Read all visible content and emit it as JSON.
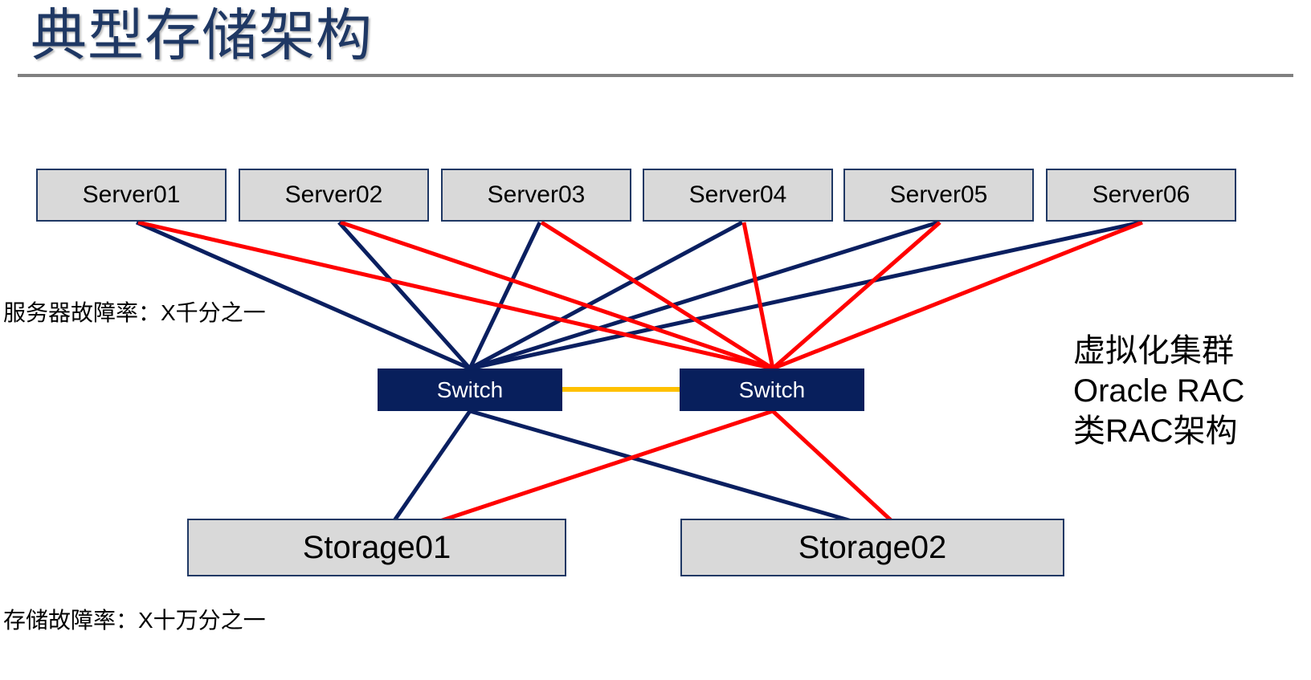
{
  "slide": {
    "title": "典型存储架构",
    "rule_color": "#808080"
  },
  "colors": {
    "server_fill": "#D9D9D9",
    "server_border": "#1F3864",
    "switch_fill": "#081F5C",
    "switch_text": "#FFFFFF",
    "link_primary": "#0A1F60",
    "link_secondary": "#FF0000",
    "switch_interlink": "#FFC000",
    "title_color": "#1F3864"
  },
  "servers": [
    {
      "label": "Server01"
    },
    {
      "label": "Server02"
    },
    {
      "label": "Server03"
    },
    {
      "label": "Server04"
    },
    {
      "label": "Server05"
    },
    {
      "label": "Server06"
    }
  ],
  "switches": [
    {
      "label": "Switch"
    },
    {
      "label": "Switch"
    }
  ],
  "storages": [
    {
      "label": "Storage01"
    },
    {
      "label": "Storage02"
    }
  ],
  "annotations": {
    "server_failure_rate": "服务器故障率：X千分之一",
    "storage_failure_rate": "存储故障率：X十万分之一"
  },
  "cluster_note": {
    "line1": "虚拟化集群",
    "line2": "Oracle RAC",
    "line3": "类RAC架构"
  },
  "topology": {
    "description": "Six servers each dual-homed to two switches; each switch dual-homed to two storage arrays; switches cross-linked.",
    "server_to_switch_links": [
      {
        "from": "Server01",
        "to": "Switch1",
        "color": "link_primary"
      },
      {
        "from": "Server01",
        "to": "Switch2",
        "color": "link_secondary"
      },
      {
        "from": "Server02",
        "to": "Switch1",
        "color": "link_primary"
      },
      {
        "from": "Server02",
        "to": "Switch2",
        "color": "link_secondary"
      },
      {
        "from": "Server03",
        "to": "Switch1",
        "color": "link_primary"
      },
      {
        "from": "Server03",
        "to": "Switch2",
        "color": "link_secondary"
      },
      {
        "from": "Server04",
        "to": "Switch1",
        "color": "link_primary"
      },
      {
        "from": "Server04",
        "to": "Switch2",
        "color": "link_secondary"
      },
      {
        "from": "Server05",
        "to": "Switch1",
        "color": "link_primary"
      },
      {
        "from": "Server05",
        "to": "Switch2",
        "color": "link_secondary"
      },
      {
        "from": "Server06",
        "to": "Switch1",
        "color": "link_primary"
      },
      {
        "from": "Server06",
        "to": "Switch2",
        "color": "link_secondary"
      }
    ],
    "switch_to_storage_links": [
      {
        "from": "Switch1",
        "to": "Storage01",
        "color": "link_primary"
      },
      {
        "from": "Switch1",
        "to": "Storage02",
        "color": "link_primary"
      },
      {
        "from": "Switch2",
        "to": "Storage01",
        "color": "link_secondary"
      },
      {
        "from": "Switch2",
        "to": "Storage02",
        "color": "link_secondary"
      }
    ],
    "switch_interlink": {
      "from": "Switch1",
      "to": "Switch2",
      "color": "switch_interlink"
    }
  }
}
